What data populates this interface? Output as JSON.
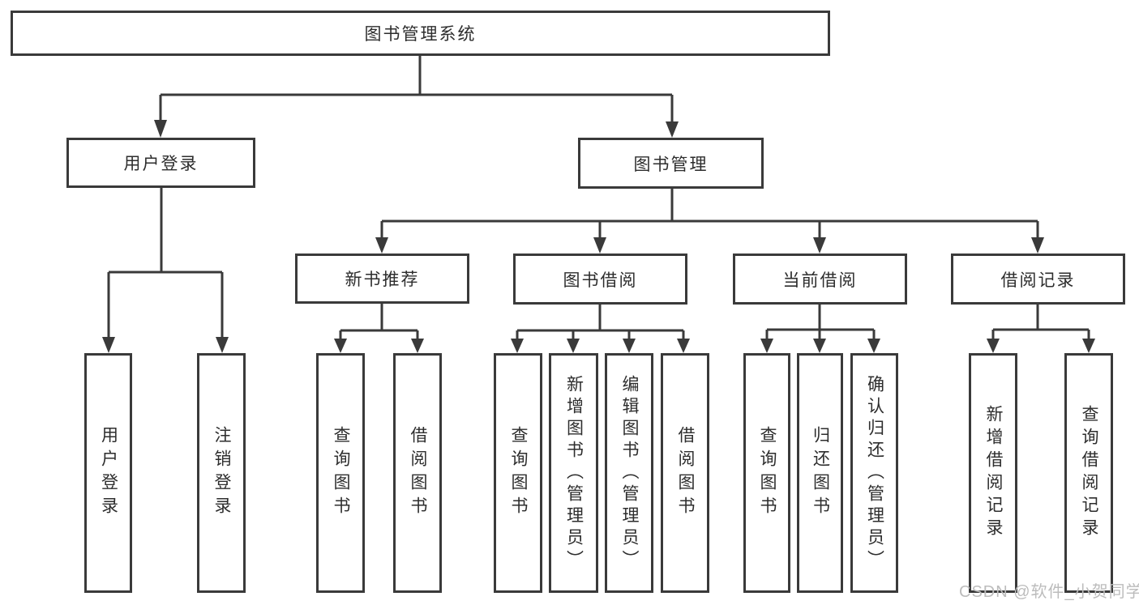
{
  "diagram": {
    "title_node": "图书管理系统",
    "root": {
      "label": "图书管理系统"
    },
    "branches": [
      {
        "label": "用户登录",
        "children": [
          "用户登录",
          "注销登录"
        ]
      },
      {
        "label": "图书管理",
        "sections": [
          {
            "label": "新书推荐",
            "children": [
              "查询图书",
              "借阅图书"
            ]
          },
          {
            "label": "图书借阅",
            "children": [
              "查询图书",
              "新增图书（管理员）",
              "编辑图书（管理员）",
              "借阅图书"
            ]
          },
          {
            "label": "当前借阅",
            "children": [
              "查询图书",
              "归还图书",
              "确认归还（管理员）"
            ]
          },
          {
            "label": "借阅记录",
            "children": [
              "新增借阅记录",
              "查询借阅记录"
            ]
          }
        ]
      }
    ]
  },
  "colors": {
    "line": "#3a3a3a",
    "text": "#2d2d2d",
    "watermark": "#bcbcbc",
    "background": "#ffffff"
  },
  "watermark": {
    "text": "CSDN @软件_小贺同学"
  }
}
